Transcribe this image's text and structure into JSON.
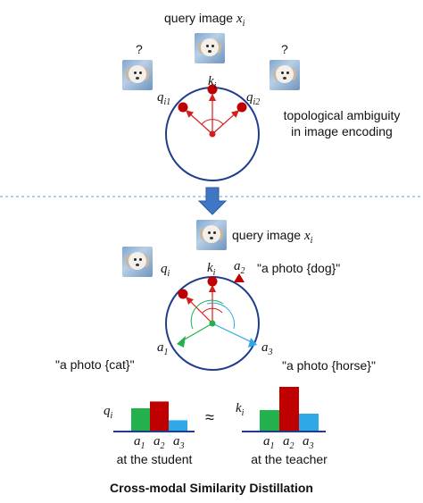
{
  "top": {
    "query_label": "query image ",
    "query_var": "x",
    "query_sub": "i",
    "question_left": "?",
    "question_right": "?",
    "k_label": "k",
    "k_sub": "i",
    "q1_label": "q",
    "q1_sub": "i1",
    "q2_label": "q",
    "q2_sub": "i2",
    "ambiguity_line1": "topological ambiguity",
    "ambiguity_line2": "in image encoding"
  },
  "bottom": {
    "query_label": "query image ",
    "query_var": "x",
    "query_sub": "i",
    "q_label": "q",
    "q_sub": "i",
    "k_label": "k",
    "k_sub": "i",
    "a1_label": "a",
    "a1_sub": "1",
    "a2_label": "a",
    "a2_sub": "2",
    "a3_label": "a",
    "a3_sub": "3",
    "prompt_dog": "\"a photo {dog}\"",
    "prompt_cat": "\"a photo {cat}\"",
    "prompt_horse": "\"a photo {horse}\""
  },
  "student": {
    "var": "q",
    "sub": "i",
    "bars": [
      {
        "name": "a1",
        "value": 0.62,
        "color": "#22b14c"
      },
      {
        "name": "a2",
        "value": 0.8,
        "color": "#c00000"
      },
      {
        "name": "a3",
        "value": 0.3,
        "color": "#2ea8e6"
      }
    ],
    "tick_a": "a",
    "ticks": [
      "1",
      "2",
      "3"
    ],
    "caption": "at the student"
  },
  "approx": "≈",
  "teacher": {
    "var": "k",
    "sub": "i",
    "bars": [
      {
        "name": "a1",
        "value": 0.48,
        "color": "#22b14c"
      },
      {
        "name": "a2",
        "value": 1.0,
        "color": "#c00000"
      },
      {
        "name": "a3",
        "value": 0.4,
        "color": "#2ea8e6"
      }
    ],
    "tick_a": "a",
    "ticks": [
      "1",
      "2",
      "3"
    ],
    "caption": "at the teacher"
  },
  "title": "Cross-modal Similarity Distillation",
  "colors": {
    "circle": "#1f3d8c",
    "red": "#d81b1b",
    "green": "#22b14c",
    "cyan": "#2ea8e6",
    "dashed": "#4aa3e0",
    "arrow_fill": "#3f77c4"
  }
}
